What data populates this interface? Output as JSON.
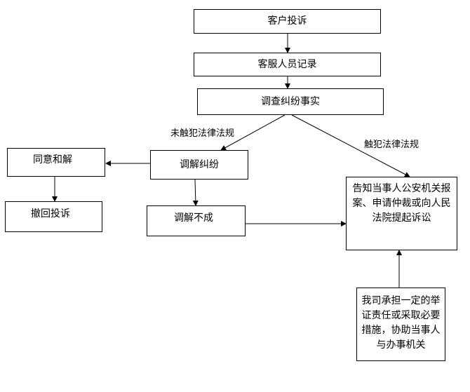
{
  "nodes": {
    "complaint": "客户投诉",
    "record": "客服人员记录",
    "investigate": "调查纠纷事实",
    "mediate": "调解纠纷",
    "agree": "同意和解",
    "withdraw": "撤回投诉",
    "mediate_fail": "调解不成",
    "inform": "告知当事人公安机关报案、申请仲裁或向人民法院提起诉讼",
    "assist": "我司承担一定的举证责任或采取必要措施，协助当事人与办事机关"
  },
  "edges": {
    "not_violating": "未触犯法律法规",
    "violating": "触犯法律法规"
  }
}
